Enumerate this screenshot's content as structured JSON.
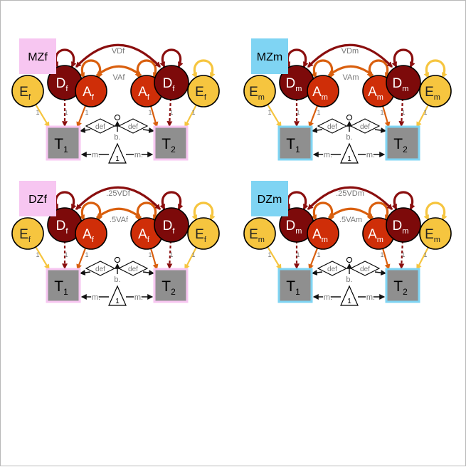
{
  "colors": {
    "E": "#f6c53f",
    "D": "#7d0a0a",
    "A": "#cf2e08",
    "observed_fill": "#8f8f8f",
    "female": "#f7c6f1",
    "male": "#7fd4f3",
    "arrow_D": "#8a0e0e",
    "arrow_A": "#d95f0e",
    "arrow_E": "#f6c53f",
    "label_gray": "#777777"
  },
  "panels": [
    {
      "id": "mzf",
      "label": "MZf",
      "tag": "female",
      "E": {
        "base": "E",
        "sub": "f"
      },
      "D": {
        "base": "D",
        "sub": "f"
      },
      "A": {
        "base": "A",
        "sub": "f"
      },
      "d_cov": "VDf",
      "a_cov": "VAf",
      "t1": {
        "base": "T",
        "sub": "1"
      },
      "t2": {
        "base": "T",
        "sub": "2"
      },
      "load": "1",
      "def": "def",
      "b": "b.",
      "m": "m.",
      "one": "1"
    },
    {
      "id": "mzm",
      "label": "MZm",
      "tag": "male",
      "E": {
        "base": "E",
        "sub": "m"
      },
      "D": {
        "base": "D",
        "sub": "m"
      },
      "A": {
        "base": "A",
        "sub": "m"
      },
      "d_cov": "VDm",
      "a_cov": "VAm",
      "t1": {
        "base": "T",
        "sub": "1"
      },
      "t2": {
        "base": "T",
        "sub": "2"
      },
      "load": "1",
      "def": "def",
      "b": "b.",
      "m": "m.",
      "one": "1"
    },
    {
      "id": "dzf",
      "label": "DZf",
      "tag": "female",
      "E": {
        "base": "E",
        "sub": "f"
      },
      "D": {
        "base": "D",
        "sub": "f"
      },
      "A": {
        "base": "A",
        "sub": "f"
      },
      "d_cov": ".25VDf",
      "a_cov": ".5VAf",
      "t1": {
        "base": "T",
        "sub": "1"
      },
      "t2": {
        "base": "T",
        "sub": "2"
      },
      "load": "1",
      "def": "def",
      "b": "b.",
      "m": "m.",
      "one": "1"
    },
    {
      "id": "dzm",
      "label": "DZm",
      "tag": "male",
      "E": {
        "base": "E",
        "sub": "m"
      },
      "D": {
        "base": "D",
        "sub": "m"
      },
      "A": {
        "base": "A",
        "sub": "m"
      },
      "d_cov": ".25VDm",
      "a_cov": ".5VAm",
      "t1": {
        "base": "T",
        "sub": "1"
      },
      "t2": {
        "base": "T",
        "sub": "2"
      },
      "load": "1",
      "def": "def",
      "b": "b.",
      "m": "m.",
      "one": "1"
    }
  ]
}
